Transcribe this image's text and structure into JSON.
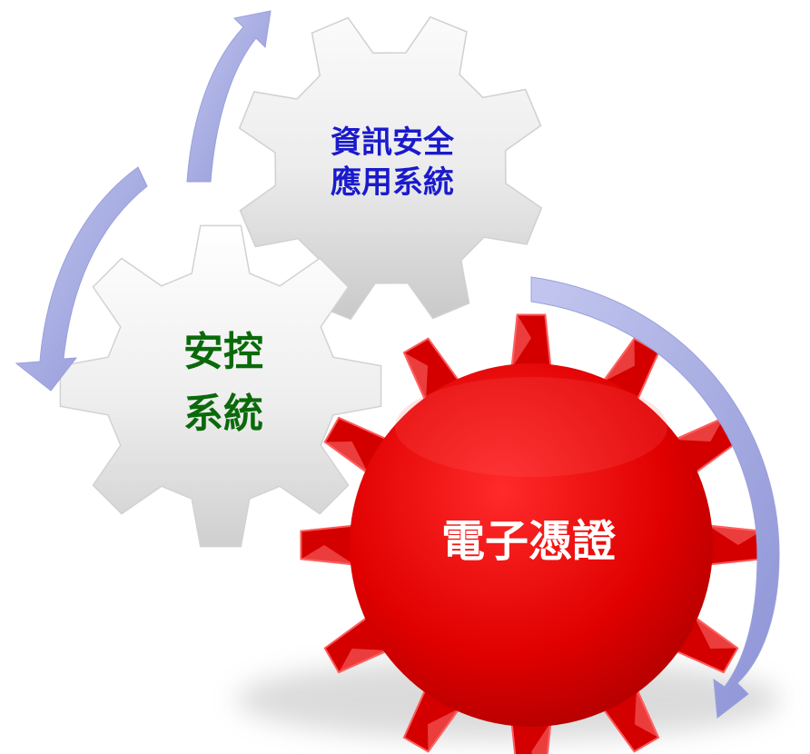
{
  "diagram": {
    "gears": [
      {
        "id": "info-security",
        "lines": [
          "資訊安全",
          "應用系統"
        ],
        "color": "#e8e8e8",
        "text_color": "#1a1acc"
      },
      {
        "id": "access-control",
        "lines": [
          "安控",
          "系統"
        ],
        "color": "#e6e6e6",
        "text_color": "#0a6a0a"
      },
      {
        "id": "e-certificate",
        "lines": [
          "電子憑證"
        ],
        "color": "#e00000",
        "text_color": "#ffffff"
      }
    ],
    "arrow_color": "#a9aee0"
  }
}
